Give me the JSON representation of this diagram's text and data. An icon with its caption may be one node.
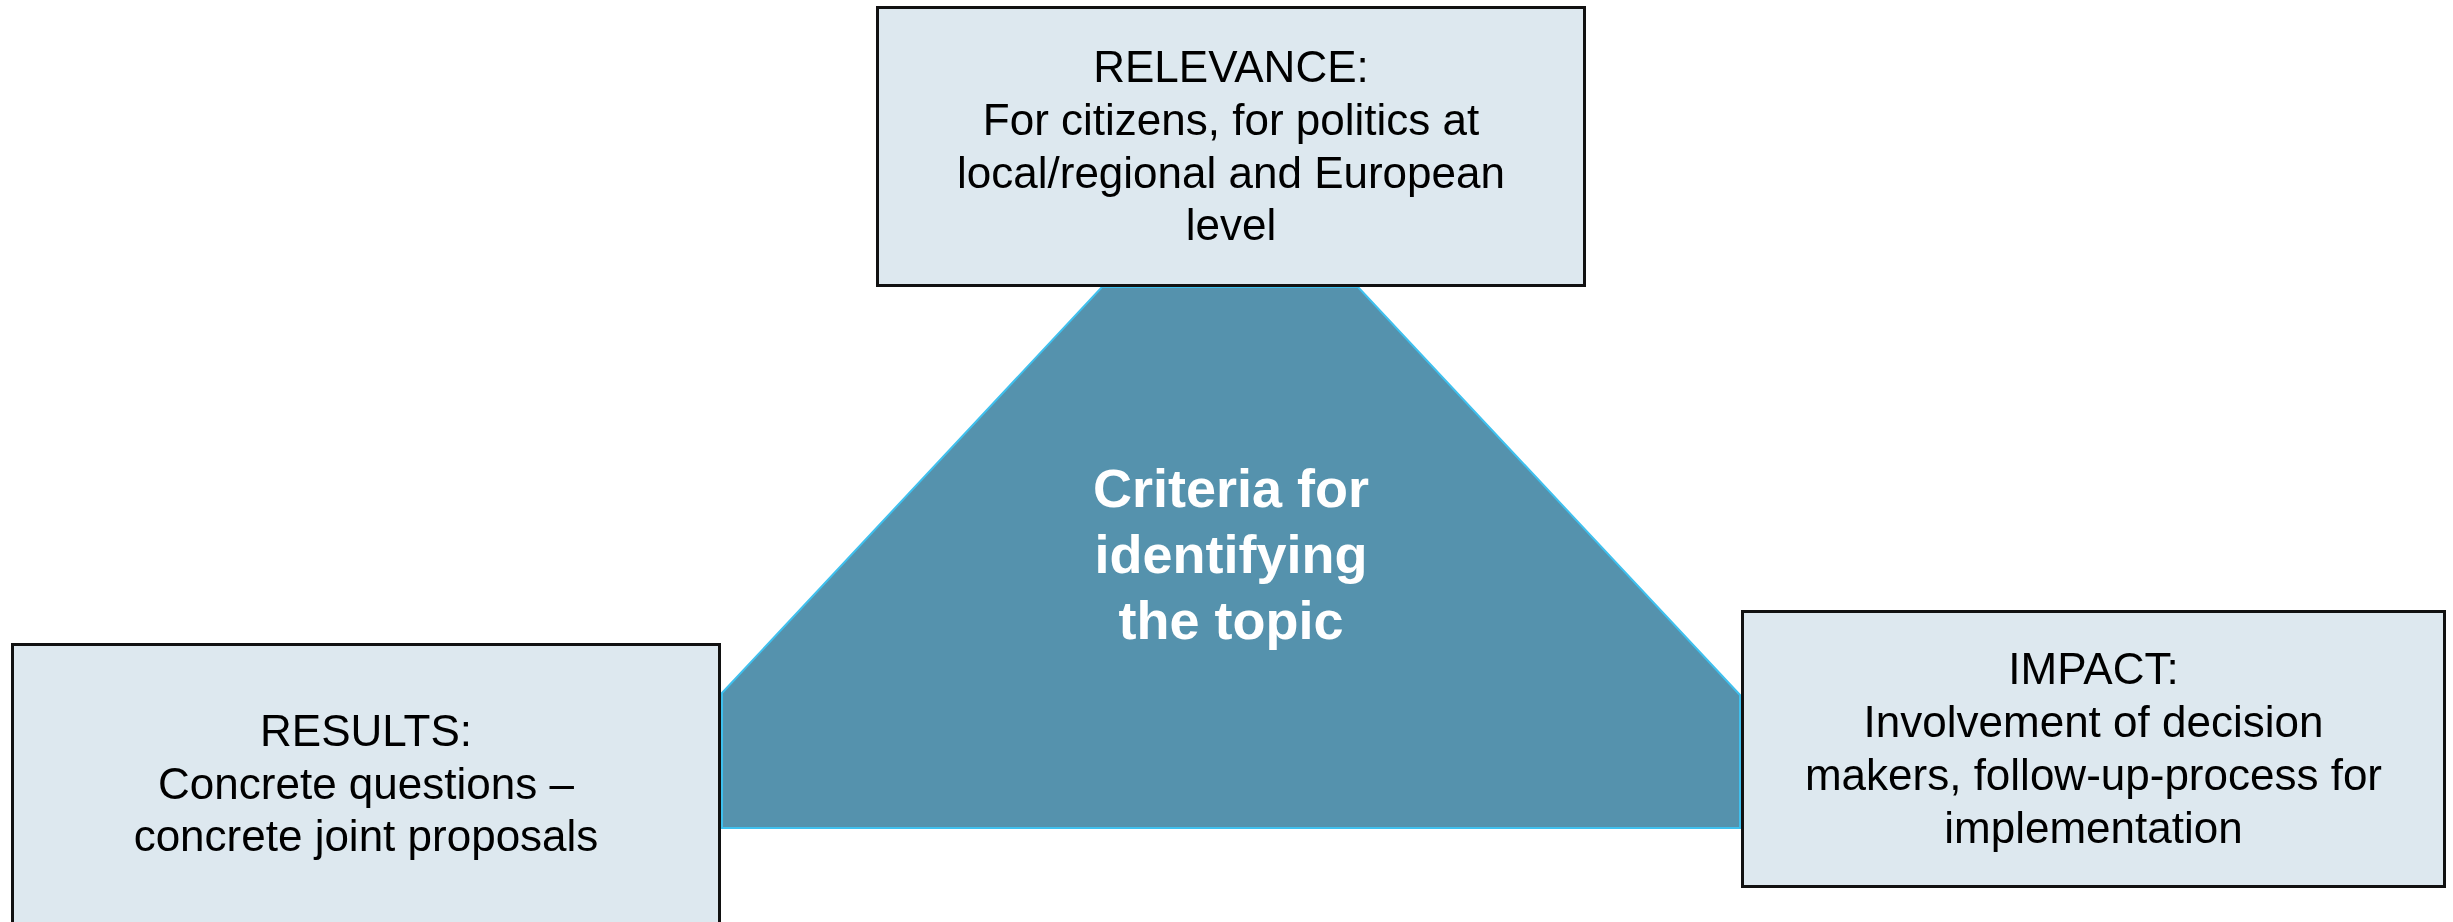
{
  "diagram": {
    "nodes": [
      {
        "text": [
          "RELEVANCE:",
          "For citizens, for politics at local/regional and European level"
        ]
      },
      {
        "text": [
          "Criteria for identifying the topic"
        ]
      },
      {
        "text": [
          "RESULTS:",
          "Concrete questions – concrete joint proposals"
        ]
      },
      {
        "text": [
          "IMPACT:",
          "Involvement of decision makers, follow-up-process for implementation"
        ]
      }
    ]
  }
}
